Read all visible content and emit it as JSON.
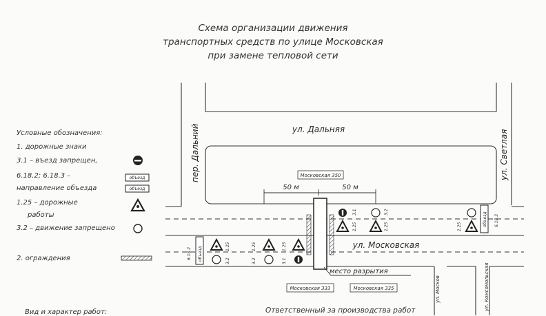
{
  "title": {
    "line1": "Схема организации движения",
    "line2": "транспортных средств по улице Московская",
    "line3": "при замене тепловой сети"
  },
  "legend": {
    "heading": "Условные обозначения:",
    "section1": "1. дорожные знаки",
    "sign_31": "3.1 – въезд запрещен,",
    "sign_618": "6.18.2; 6.18.3 –",
    "sign_618b": "направление объезда",
    "sign_125": "1.25 – дорожные",
    "sign_125b": "работы",
    "sign_32": "3.2 – движение запрещено",
    "section2": "2. ограждения",
    "detour_word": "объезд"
  },
  "streets": {
    "dalnyaya": "ул. Дальняя",
    "moskovskaya": "ул. Московская",
    "dalniy": "пер. Дальний",
    "svetlaya": "ул. Светлая",
    "moskov_small": "ул. Москов",
    "komsomolskaya": "ул. Комсомольская"
  },
  "buildings": {
    "b350": "Московская 350",
    "b333": "Московская 333",
    "b335": "Московская 335"
  },
  "dimensions": {
    "left": "50 м",
    "right": "50 м"
  },
  "labels": {
    "excavation": "место разрытия",
    "sign_125": "1.25",
    "sign_31": "3.1",
    "sign_32": "3.2",
    "sign_6182": "6.18.2",
    "sign_6183": "6.18.3",
    "detour": "объезд"
  },
  "footer": {
    "left": "Вид и характер работ:",
    "right": "Ответственный за производства работ"
  },
  "colors": {
    "ink": "#2a2a2a",
    "paper": "#fbfbf9"
  }
}
